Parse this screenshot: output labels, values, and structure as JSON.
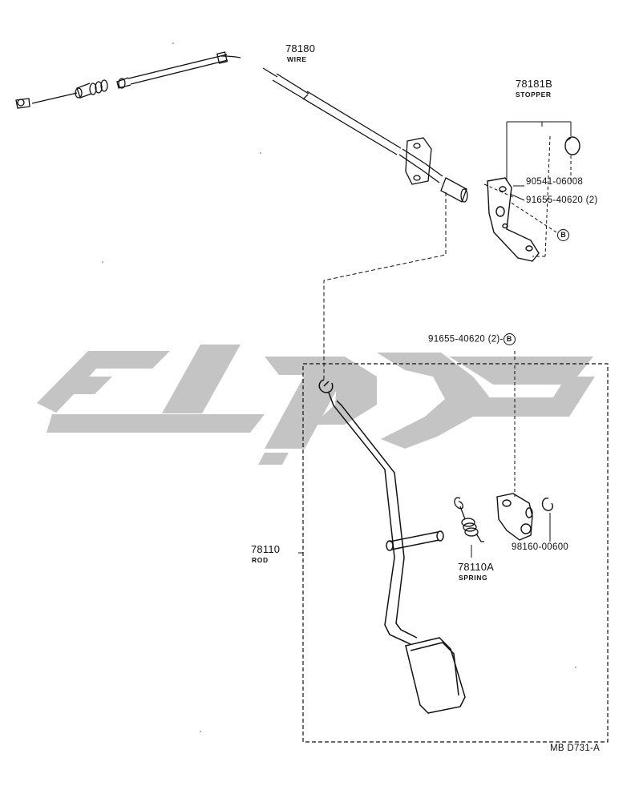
{
  "diagram": {
    "ref_code": "MB D731-A",
    "parts": {
      "wire": {
        "number": "78180",
        "name": "WIRE"
      },
      "stopper": {
        "number": "78181B",
        "name": "STOPPER"
      },
      "stopper_bolt": {
        "number": "90541-06008"
      },
      "stopper_nut": {
        "number": "91655-40620 (2)"
      },
      "bracket_bolt": {
        "number": "91655-40620 (2)-"
      },
      "rod": {
        "number": "78110",
        "name": "ROD"
      },
      "spring": {
        "number": "78110A",
        "name": "SPRING"
      },
      "clip": {
        "number": "98160-00600"
      }
    },
    "callout_marker": "B"
  },
  "watermark": {
    "color": "#c4c4c4"
  }
}
